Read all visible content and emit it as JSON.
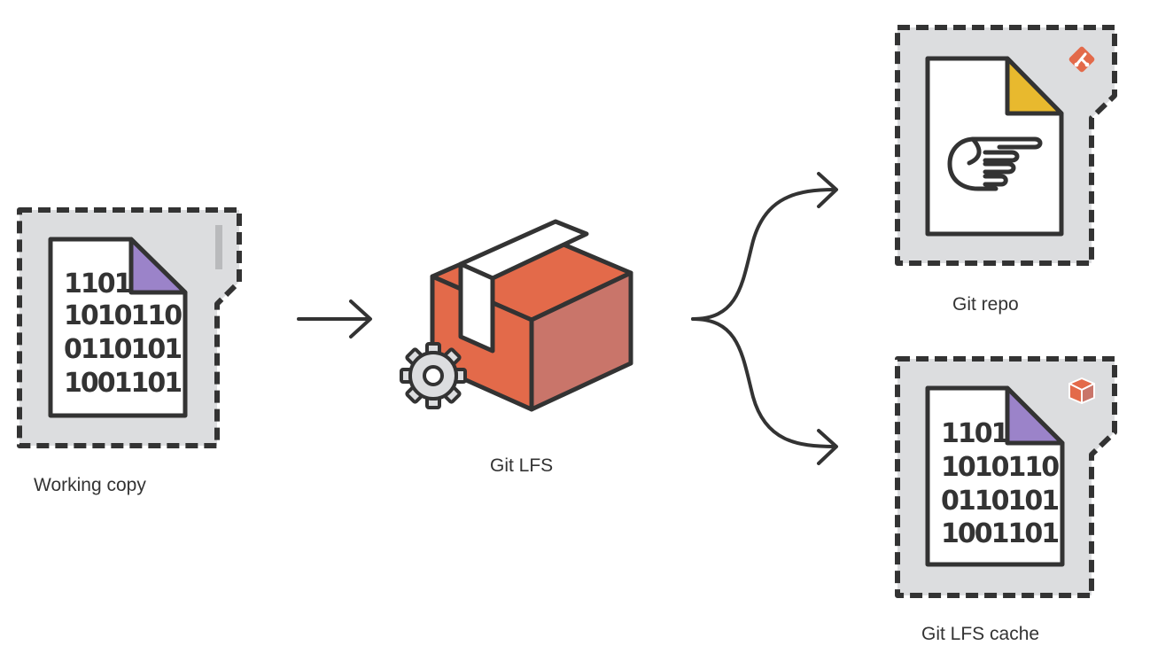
{
  "labels": {
    "working_copy": "Working copy",
    "git_lfs": "Git LFS",
    "git_repo": "Git repo",
    "git_lfs_cache": "Git LFS cache"
  },
  "binary_lines": [
    "1101",
    "1010110",
    "0110101",
    "1001101"
  ],
  "colors": {
    "panel_fill": "#dcdddf",
    "outline": "#333333",
    "purple_corner": "#9b83c9",
    "yellow_corner": "#e8b92e",
    "box_orange": "#e36a4a",
    "box_side": "#c9756a",
    "tape": "#ffffff",
    "git_badge": "#e36a4a"
  },
  "icons": {
    "working_copy": "binary-file-icon",
    "git_lfs": "package-box-icon",
    "gear": "gear-icon",
    "git_repo": "pointer-file-icon",
    "git_repo_badge": "git-logo-icon",
    "git_lfs_cache": "binary-file-icon",
    "git_lfs_cache_badge": "box-badge-icon"
  }
}
